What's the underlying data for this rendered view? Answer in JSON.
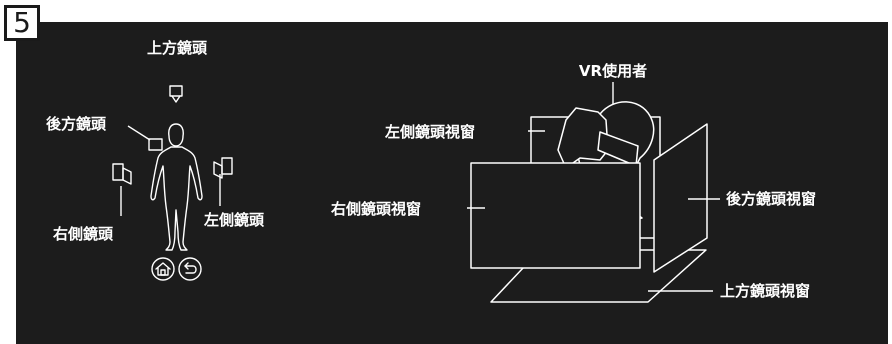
{
  "step_number": "5",
  "left_diagram": {
    "top_camera_label": "上方鏡頭",
    "back_camera_label": "後方鏡頭",
    "right_camera_label": "右側鏡頭",
    "left_camera_label": "左側鏡頭",
    "home_button_icon": "home-icon",
    "back_button_icon": "return-arrow-icon"
  },
  "right_diagram": {
    "user_label": "VR使用者",
    "left_window_label": "左側鏡頭視窗",
    "right_window_label": "右側鏡頭視窗",
    "back_window_label": "後方鏡頭視窗",
    "top_window_label": "上方鏡頭視窗"
  },
  "colors": {
    "background": "#1c1c1c",
    "foreground": "#ffffff"
  }
}
